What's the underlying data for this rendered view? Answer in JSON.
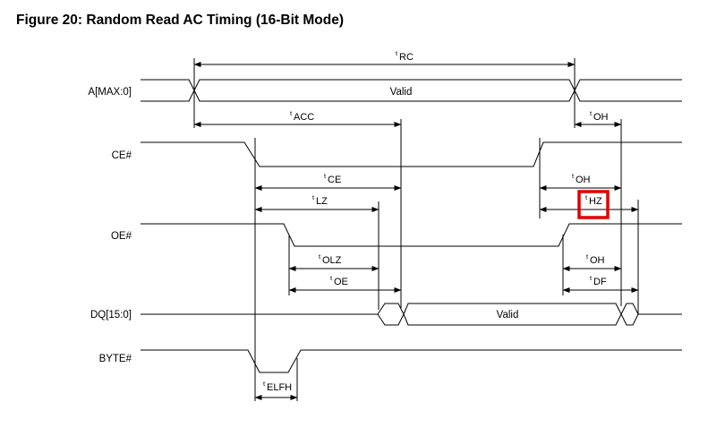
{
  "figure": {
    "title": "Figure 20: Random Read AC Timing (16-Bit Mode)"
  },
  "signals": [
    {
      "id": "addr",
      "label": "A[MAX:0]",
      "valid_label": "Valid"
    },
    {
      "id": "ce",
      "label": "CE#"
    },
    {
      "id": "oe",
      "label": "OE#"
    },
    {
      "id": "dq",
      "label": "DQ[15:0]",
      "valid_label": "Valid"
    },
    {
      "id": "byte",
      "label": "BYTE#"
    }
  ],
  "timings": [
    {
      "id": "trc",
      "prefix": "t",
      "sub": "RC"
    },
    {
      "id": "tacc",
      "prefix": "t",
      "sub": "ACC"
    },
    {
      "id": "toh1",
      "prefix": "t",
      "sub": "OH"
    },
    {
      "id": "tce",
      "prefix": "t",
      "sub": "CE"
    },
    {
      "id": "toh2",
      "prefix": "t",
      "sub": "OH"
    },
    {
      "id": "tlz",
      "prefix": "t",
      "sub": "LZ"
    },
    {
      "id": "thz",
      "prefix": "t",
      "sub": "HZ",
      "highlighted": true
    },
    {
      "id": "tolz",
      "prefix": "t",
      "sub": "OLZ"
    },
    {
      "id": "toh3",
      "prefix": "t",
      "sub": "OH"
    },
    {
      "id": "toe",
      "prefix": "t",
      "sub": "OE"
    },
    {
      "id": "tdf",
      "prefix": "t",
      "sub": "DF"
    },
    {
      "id": "telfh",
      "prefix": "t",
      "sub": "ELFH"
    }
  ],
  "colors": {
    "line": "#000000",
    "highlight": "#e00000",
    "background": "#ffffff"
  }
}
